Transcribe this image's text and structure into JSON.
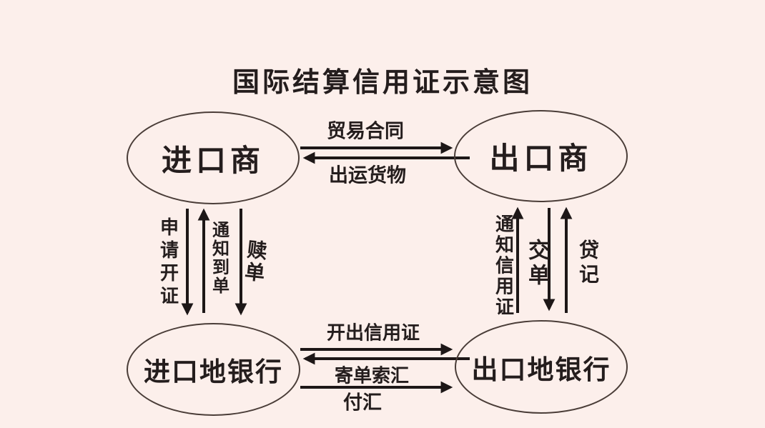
{
  "diagram": {
    "title": "国际结算信用证示意图",
    "type": "flow-diagram",
    "colors": {
      "background": "#fcefeb",
      "ink": "#241d1d",
      "arrow": "#1d1717"
    },
    "nodes": [
      {
        "id": "importer",
        "label": "进口商",
        "shape": "ellipse",
        "position": "top-left"
      },
      {
        "id": "exporter",
        "label": "出口商",
        "shape": "ellipse",
        "position": "top-right"
      },
      {
        "id": "importer_bank",
        "label": "进口地银行",
        "shape": "ellipse",
        "position": "bottom-left"
      },
      {
        "id": "exporter_bank",
        "label": "出口地银行",
        "shape": "ellipse",
        "position": "bottom-right"
      }
    ],
    "edges": [
      {
        "from": "importer",
        "to": "exporter",
        "label": "贸易合同",
        "direction": "right"
      },
      {
        "from": "exporter",
        "to": "importer",
        "label": "出运货物",
        "direction": "left"
      },
      {
        "from": "importer",
        "to": "importer_bank",
        "label": "申请开证",
        "direction": "down"
      },
      {
        "from": "importer_bank",
        "to": "importer",
        "label": "通知到单",
        "direction": "up"
      },
      {
        "from": "importer",
        "to": "importer_bank",
        "label": "赎单",
        "direction": "down"
      },
      {
        "from": "exporter_bank",
        "to": "exporter",
        "label": "通知信用证",
        "direction": "up"
      },
      {
        "from": "exporter",
        "to": "exporter_bank",
        "label": "交单",
        "direction": "down"
      },
      {
        "from": "exporter_bank",
        "to": "exporter",
        "label": "贷记",
        "direction": "up"
      },
      {
        "from": "importer_bank",
        "to": "exporter_bank",
        "label": "开出信用证",
        "direction": "right"
      },
      {
        "from": "exporter_bank",
        "to": "importer_bank",
        "label": "寄单索汇",
        "direction": "left"
      },
      {
        "from": "importer_bank",
        "to": "exporter_bank",
        "label": "付汇",
        "direction": "right"
      }
    ]
  }
}
